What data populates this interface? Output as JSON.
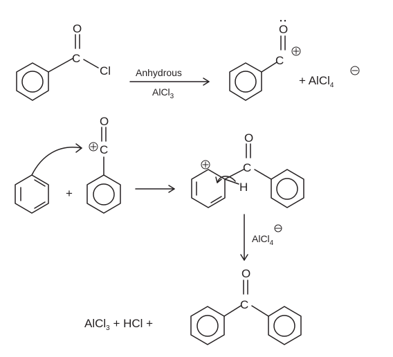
{
  "step1": {
    "reactant_atoms": {
      "oxygen": "O",
      "carbon": "C",
      "chlorine": "Cl"
    },
    "conditions": {
      "above": "Anhydrous",
      "below_main": "AlCl",
      "below_sub": "3"
    },
    "product_atoms": {
      "oxygen": "O",
      "carbon": "C"
    },
    "byproduct": {
      "main": "+ AlCl",
      "sub": "4"
    }
  },
  "step2": {
    "electrophile_atoms": {
      "oxygen": "O",
      "carbon": "C"
    },
    "plus": "+",
    "intermediate_atoms": {
      "oxygen": "O",
      "carbon": "C",
      "hydrogen": "H"
    }
  },
  "step3": {
    "reagent": {
      "main": "AlCl",
      "sub": "4"
    },
    "products": {
      "part1_main": "AlCl",
      "part1_sub": "3",
      "part2": " + HCl +"
    },
    "product_atoms": {
      "oxygen": "O",
      "carbon": "C"
    }
  }
}
